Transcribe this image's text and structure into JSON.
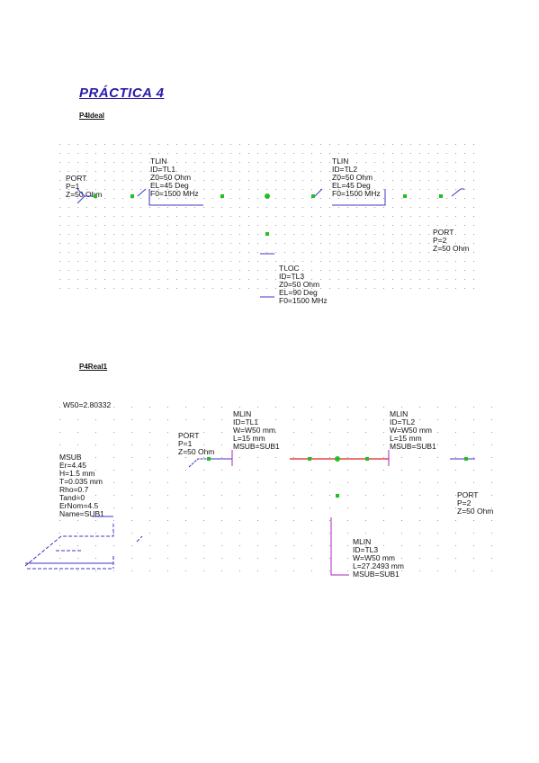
{
  "title": "PRÁCTICA 4",
  "schematic1": {
    "name": "P4Ideal",
    "port1": [
      "PORT",
      "P=1",
      "Z=50 Ohm"
    ],
    "tl1": [
      "TLIN",
      "ID=TL1",
      "Z0=50 Ohm",
      "EL=45 Deg",
      "F0=1500 MHz"
    ],
    "tl2": [
      "TLIN",
      "ID=TL2",
      "Z0=50 Ohm",
      "EL=45 Deg",
      "F0=1500 MHz"
    ],
    "port2": [
      "PORT",
      "P=2",
      "Z=50 Ohm"
    ],
    "tloc": [
      "TLOC",
      "ID=TL3",
      "Z0=50 Ohm",
      "EL=90 Deg",
      "F0=1500 MHz"
    ]
  },
  "schematic2": {
    "name": "P4Real1",
    "w50": "W50=2.80332",
    "msub": [
      "MSUB",
      "Er=4.45",
      "H=1.5 mm",
      "T=0.035 mm",
      "Rho=0.7",
      "Tand=0",
      "ErNom=4.5",
      "Name=SUB1"
    ],
    "port1": [
      "PORT",
      "P=1",
      "Z=50 Ohm"
    ],
    "mlin1": [
      "MLIN",
      "ID=TL1",
      "W=W50 mm",
      "L=15 mm",
      "MSUB=SUB1"
    ],
    "mlin2": [
      "MLIN",
      "ID=TL2",
      "W=W50 mm",
      "L=15 mm",
      "MSUB=SUB1"
    ],
    "port2": [
      "PORT",
      "P=2",
      "Z=50 Ohm"
    ],
    "mlin3": [
      "MLIN",
      "ID=TL3",
      "W=W50 mm",
      "L=27.2493 mm",
      "MSUB=SUB1"
    ]
  },
  "colors": {
    "wire": "#3c35c8",
    "node": "#22c022",
    "red_wire": "#e02020",
    "stub": "#b020c0",
    "title": "#2a1aa8"
  }
}
